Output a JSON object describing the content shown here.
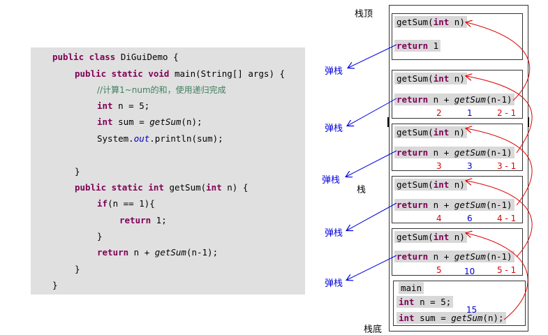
{
  "code": {
    "l1": [
      "public class",
      " DiGuiDemo {"
    ],
    "l2": [
      "public static void",
      " main(String[] args) {"
    ],
    "l3": "//计算1~num的和，使用递归完成",
    "l4": [
      "int",
      " n = 5;"
    ],
    "l5": [
      "int",
      " sum = ",
      "getSum",
      "(n);"
    ],
    "l6": [
      "System.",
      "out",
      ".println(sum);"
    ],
    "l7": "}",
    "l8": [
      "public static int",
      " getSum(",
      "int",
      " n) {"
    ],
    "l9": [
      "if",
      "(n == 1){"
    ],
    "l10": [
      "return",
      " 1;"
    ],
    "l11": "}",
    "l12": [
      "return",
      " n + ",
      "getSum",
      "(n-1);"
    ],
    "l13": "}",
    "l14": "}"
  },
  "labels": {
    "stack_top": "栈顶",
    "stack": "栈",
    "stack_bottom": "栈底",
    "pop": "弹栈"
  },
  "frames": {
    "top": {
      "head_fn": "getSum(",
      "head_kw": "int",
      "head_rest": " n)",
      "ret_kw": "return",
      "ret_rest": " 1"
    },
    "f2": {
      "head_fn": "getSum(",
      "head_kw": "int",
      "head_rest": " n)",
      "ret_kw": "return",
      "ret_a": " n + ",
      "ret_fn": "getSum",
      "ret_b": "(n-1)",
      "n": "2",
      "result": "1",
      "arg": "2 - 1"
    },
    "f3": {
      "head_fn": "getSum(",
      "head_kw": "int",
      "head_rest": " n)",
      "ret_kw": "return",
      "ret_a": " n + ",
      "ret_fn": "getSum",
      "ret_b": "(n-1)",
      "n": "3",
      "result": "3",
      "arg": "3 - 1"
    },
    "f4": {
      "head_fn": "getSum(",
      "head_kw": "int",
      "head_rest": " n)",
      "ret_kw": "return",
      "ret_a": " n + ",
      "ret_fn": "getSum",
      "ret_b": "(n-1)",
      "n": "4",
      "result": "6",
      "arg": "4 - 1"
    },
    "f5": {
      "head_fn": "getSum(",
      "head_kw": "int",
      "head_rest": " n)",
      "ret_kw": "return",
      "ret_a": " n + ",
      "ret_fn": "getSum",
      "ret_b": "(n-1)",
      "n": "5",
      "result": "10",
      "arg": "5 - 1"
    },
    "main": {
      "title": "main",
      "l1_kw": "int",
      "l1_rest": " n = 5;",
      "l2_kw": "int",
      "l2_a": " sum = ",
      "l2_fn": "getSum",
      "l2_b": "(n);",
      "result": "15"
    }
  },
  "colors": {
    "code_bg": "#e0e0e0",
    "keyword": "#7f0055",
    "comment": "#3f7f5f",
    "field": "#0000c0",
    "arrow_red": "#e00000",
    "arrow_blue": "#0000dd"
  }
}
